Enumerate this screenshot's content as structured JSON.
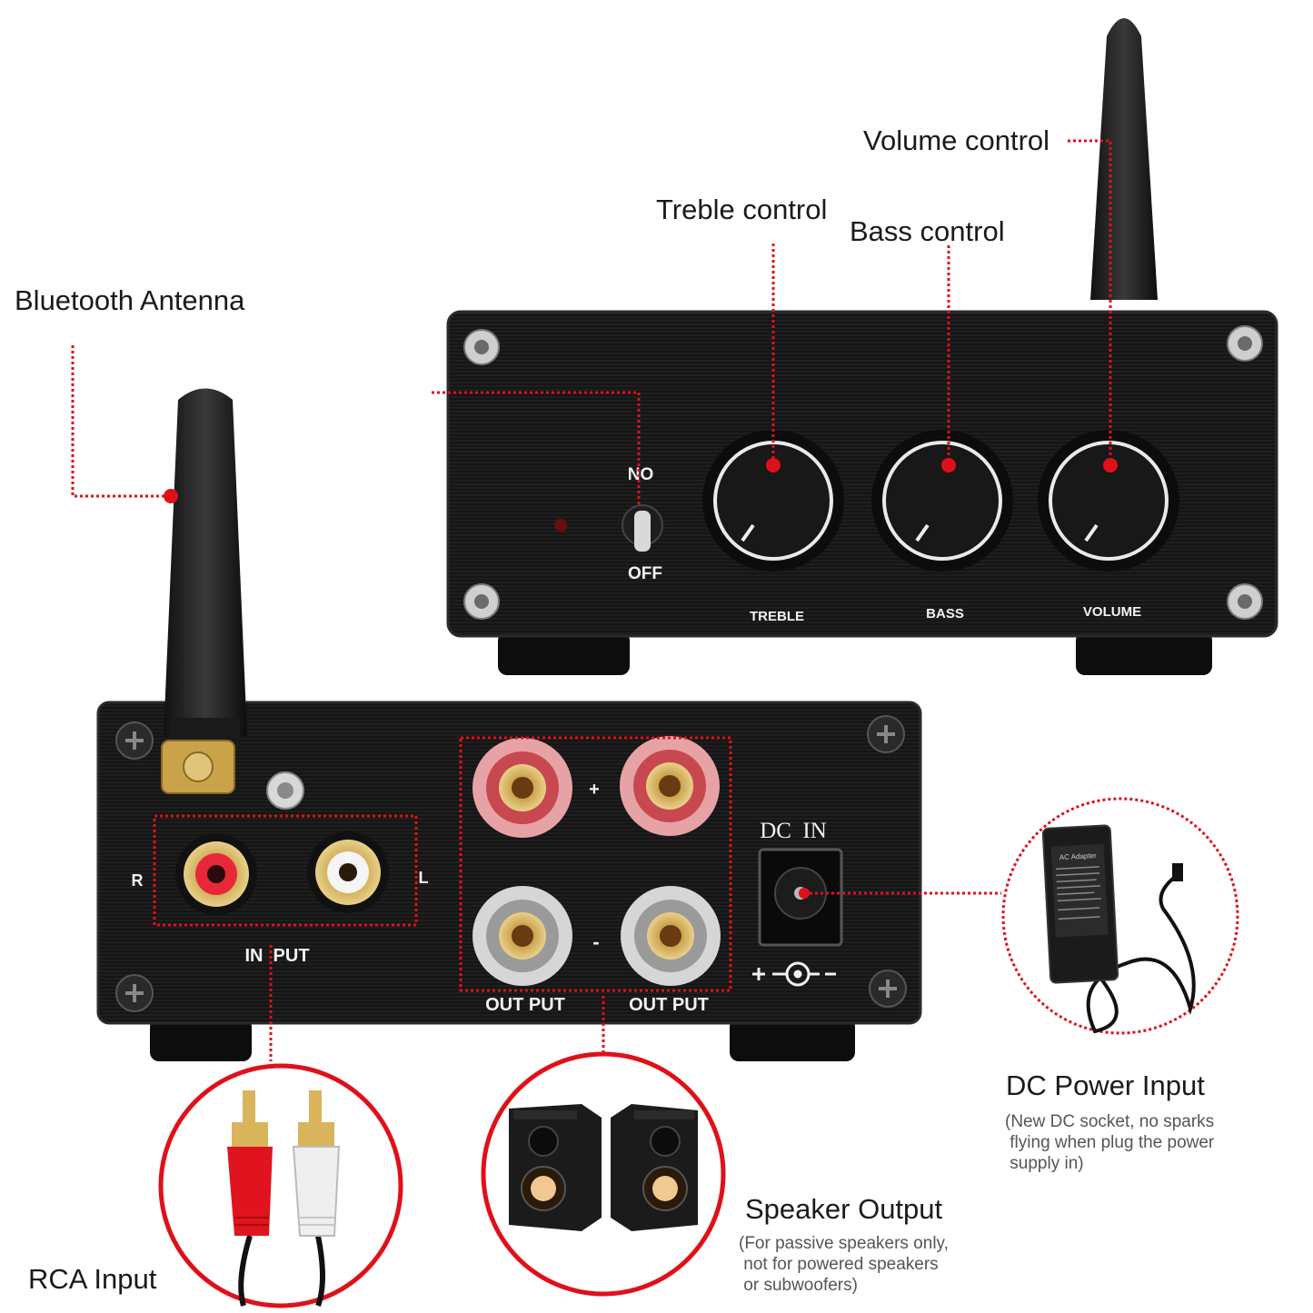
{
  "callouts": {
    "volume": "Volume control",
    "treble": "Treble control",
    "bass": "Bass control",
    "antenna": "Bluetooth Antenna",
    "dc_power": "DC Power Input",
    "dc_power_note": "(New DC socket, no sparks\n flying when plug the power\n supply in)",
    "speaker": "Speaker Output",
    "speaker_note": "(For passive speakers only,\n not for powered speakers\n or subwoofers)",
    "rca": "RCA Input"
  },
  "front_panel": {
    "switch_on": "NO",
    "switch_off": "OFF",
    "knob_treble": "TREBLE",
    "knob_bass": "BASS",
    "knob_volume": "VOLUME"
  },
  "rear_panel": {
    "channel_r": "R",
    "channel_l": "L",
    "input": "IN  PUT",
    "output_left": "OUT PUT",
    "output_right": "OUT PUT",
    "plus": "+",
    "minus": "-",
    "dc_in": "DC  IN",
    "polarity": "+-◉-−"
  },
  "adapter_label": "AC Adapter",
  "colors": {
    "callout_red": "#e0101a",
    "panel_black": "#141414",
    "gold": "#c9a24a"
  }
}
